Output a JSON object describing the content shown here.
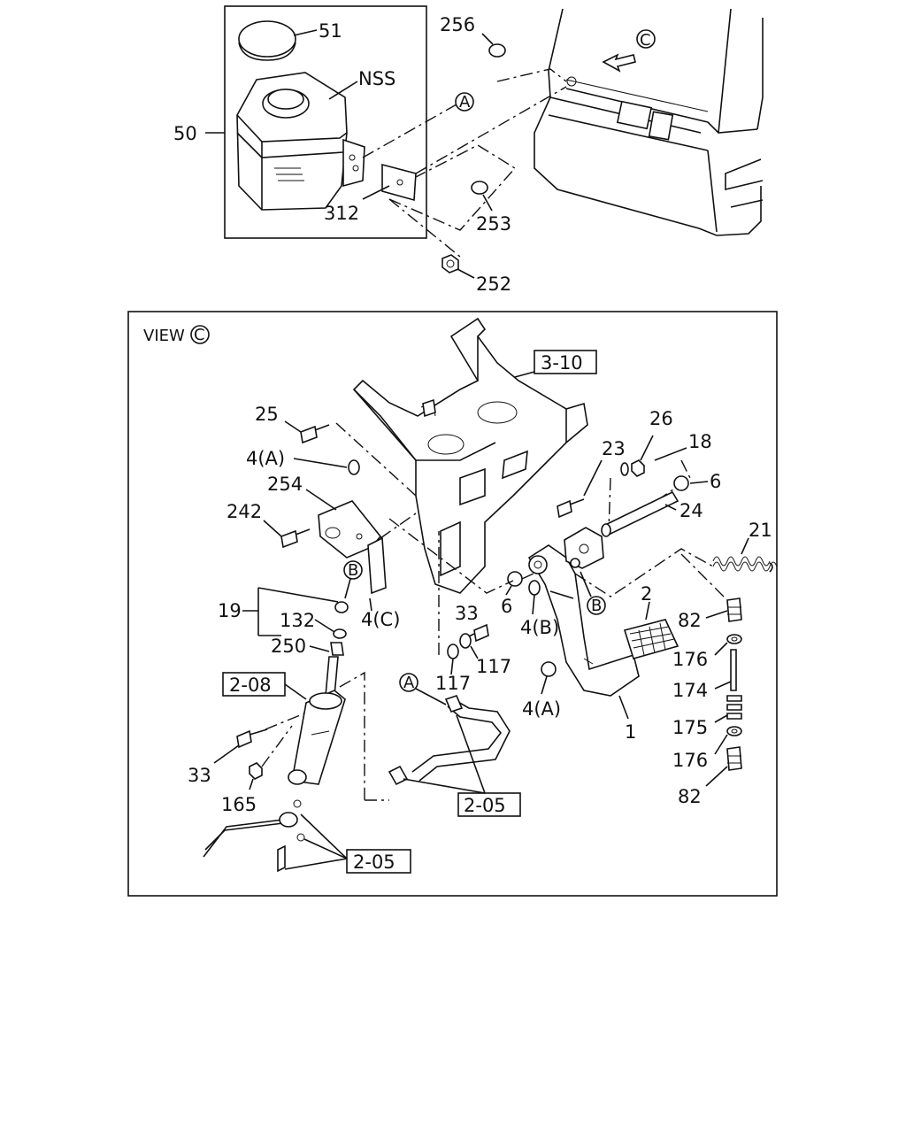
{
  "top_callouts": {
    "cap": "51",
    "tank_label": "NSS",
    "reservoir_assembly": "50",
    "bracket": "312",
    "nut": "252",
    "plug_253": "253",
    "plug_256": "256",
    "ref_a": "A",
    "view_c_mark": "C"
  },
  "view_panel": {
    "title": "VIEW",
    "title_mark": "C",
    "ref_boxes": [
      "3-10",
      "2-08",
      "2-05",
      "2-05"
    ]
  },
  "callouts": {
    "p25": "25",
    "p4a_top": "4(A)",
    "p254": "254",
    "p242": "242",
    "p26": "26",
    "p18": "18",
    "p23": "23",
    "p6_top": "6",
    "p24": "24",
    "p21": "21",
    "p2": "2",
    "p82_top": "82",
    "p176_top": "176",
    "p174": "174",
    "p175": "175",
    "p176_bot": "176",
    "p82_bot": "82",
    "p1": "1",
    "p4a_bot": "4(A)",
    "p4b": "4(B)",
    "p6_mid": "6",
    "p33_mid": "33",
    "p117_r": "117",
    "p117_l": "117",
    "p4c": "4(C)",
    "p19": "19",
    "p132": "132",
    "p250": "250",
    "p33_bot": "33",
    "p165": "165",
    "mark_b_left": "B",
    "mark_b_right": "B",
    "mark_a_hose": "A"
  }
}
